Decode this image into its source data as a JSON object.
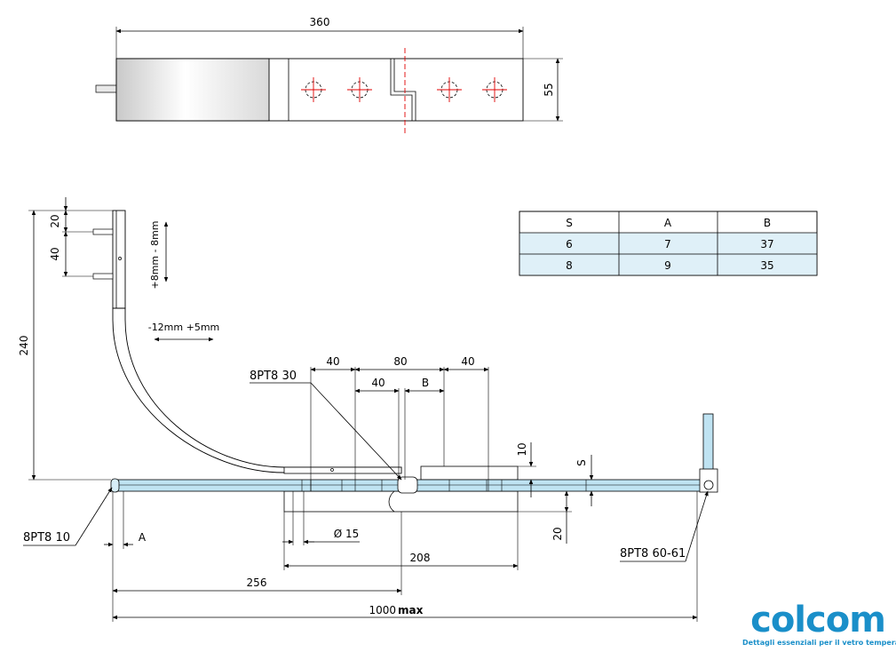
{
  "top_view": {
    "dim_length": "360",
    "dim_height": "55"
  },
  "side_view": {
    "dim_20": "20",
    "dim_40_vertical": "40",
    "dim_240": "240",
    "adjust_vertical": "+8mm - 8mm",
    "adjust_horizontal": "-12mm  +5mm",
    "dim_40_a": "40",
    "dim_80": "80",
    "dim_40_b": "40",
    "dim_40_c": "40",
    "dim_B": "B",
    "dim_10": "10",
    "dim_S": "S",
    "dim_20_bottom": "20",
    "dim_A": "A",
    "dim_diam15": "Ø 15",
    "dim_208": "208",
    "dim_256": "256",
    "dim_1000": "1000",
    "dim_1000_suffix": "max",
    "ref_8pt8_30": "8PT8 30",
    "ref_8pt8_10": "8PT8 10",
    "ref_8pt8_60_61": "8PT8 60-61"
  },
  "table": {
    "headers": [
      "S",
      "A",
      "B"
    ],
    "rows": [
      [
        "6",
        "7",
        "37"
      ],
      [
        "8",
        "9",
        "35"
      ]
    ]
  },
  "logo": {
    "wordmark": "colcom",
    "tagline": "Dettagli essenziali per il vetro temperato"
  },
  "colors": {
    "glass": "#bfe3f2",
    "centerline": "#e00000",
    "table_fill": "#dff0f8",
    "brand": "#1a8fc9"
  }
}
